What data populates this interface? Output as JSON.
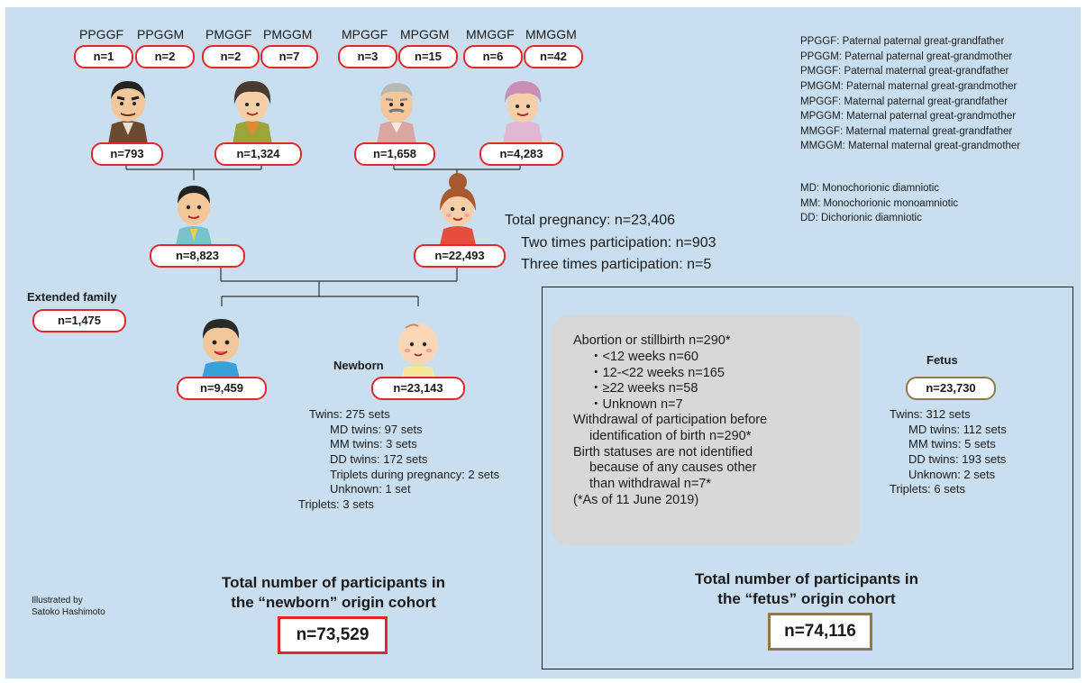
{
  "great_grandparents": [
    {
      "label": "PPGGF",
      "n": "n=1"
    },
    {
      "label": "PPGGM",
      "n": "n=2"
    },
    {
      "label": "PMGGF",
      "n": "n=2"
    },
    {
      "label": "PMGGM",
      "n": "n=7"
    },
    {
      "label": "MPGGF",
      "n": "n=3"
    },
    {
      "label": "MPGGM",
      "n": "n=15"
    },
    {
      "label": "MMGGF",
      "n": "n=6"
    },
    {
      "label": "MMGGM",
      "n": "n=42"
    }
  ],
  "grandparents": [
    {
      "n": "n=793"
    },
    {
      "n": "n=1,324"
    },
    {
      "n": "n=1,658"
    },
    {
      "n": "n=4,283"
    }
  ],
  "parents": {
    "father": {
      "n": "n=8,823"
    },
    "mother": {
      "n": "n=22,493"
    }
  },
  "pregnancy": [
    "Total pregnancy: n=23,406",
    "Two times participation: n=903",
    "Three times participation: n=5"
  ],
  "extended_family": {
    "label": "Extended family",
    "n": "n=1,475"
  },
  "child": {
    "n": "n=9,459"
  },
  "newborn": {
    "label": "Newborn",
    "n": "n=23,143",
    "details": [
      "Twins: 275 sets",
      "MD twins: 97 sets",
      "MM twins: 3 sets",
      "DD twins: 172 sets",
      "Triplets during pregnancy: 2 sets",
      "Unknown: 1 set",
      "Triplets: 3 sets"
    ]
  },
  "legend": {
    "gg": [
      "PPGGF: Paternal paternal great-grandfather",
      "PPGGM: Paternal paternal great-grandmother",
      "PMGGF: Paternal maternal great-grandfather",
      "PMGGM: Paternal maternal great-grandmother",
      "MPGGF: Maternal paternal great-grandfather",
      "MPGGM: Maternal paternal great-grandmother",
      "MMGGF: Maternal maternal great-grandfather",
      "MMGGM: Maternal maternal great-grandmother"
    ],
    "chorion": [
      "MD: Monochorionic diamniotic",
      "MM: Monochorionic monoamniotic",
      "DD: Dichorionic diamniotic"
    ]
  },
  "abortion": {
    "lines": [
      "Abortion or stillbirth  n=290*",
      "・<12 weeks  n=60",
      "・12-<22 weeks  n=165",
      "・≥22 weeks  n=58",
      "・Unknown  n=7",
      "Withdrawal of participation before",
      "identification of birth  n=290*",
      "Birth statuses are not identified",
      "because of any causes other",
      "than withdrawal  n=7*",
      "(*As of 11 June 2019)"
    ]
  },
  "fetus": {
    "label": "Fetus",
    "n": "n=23,730",
    "details": [
      "Twins: 312 sets",
      "MD twins: 112 sets",
      "MM twins: 5 sets",
      "DD twins: 193 sets",
      "Unknown: 2 sets",
      "Triplets: 6 sets"
    ]
  },
  "newborn_total": {
    "title_line1": "Total number of participants in",
    "title_line2": "the “newborn” origin cohort",
    "n": "n=73,529"
  },
  "fetus_total": {
    "title_line1": "Total number of participants in",
    "title_line2": "the “fetus” origin cohort",
    "n": "n=74,116"
  },
  "credit": [
    "Illustrated by",
    "Satoko Hashimoto"
  ],
  "colors": {
    "background": "#c9dff0",
    "red_border": "#e2262e",
    "brown_border": "#8c7a4e",
    "gray_box": "#d8d8d8"
  }
}
